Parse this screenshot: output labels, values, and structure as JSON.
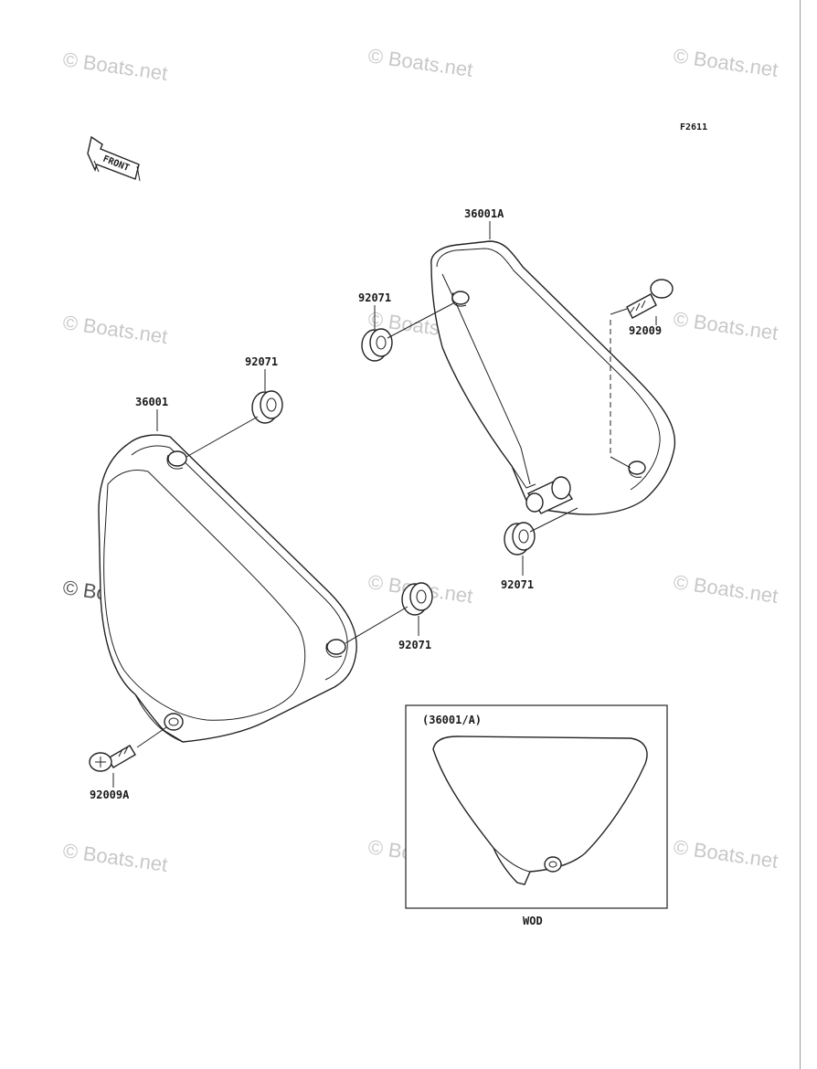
{
  "diagram": {
    "code": "F2611",
    "front_label": "FRONT",
    "watermark": "© Boats.net",
    "labels": {
      "p36001": "36001",
      "p36001A": "36001A",
      "g_left_top": "92071",
      "g_left_bottom": "92071",
      "g_right_top": "92071",
      "g_right_bottom": "92071",
      "b_right": "92009",
      "b_left": "92009A"
    },
    "inset": {
      "title": "(36001/A)",
      "caption": "WOD"
    }
  }
}
